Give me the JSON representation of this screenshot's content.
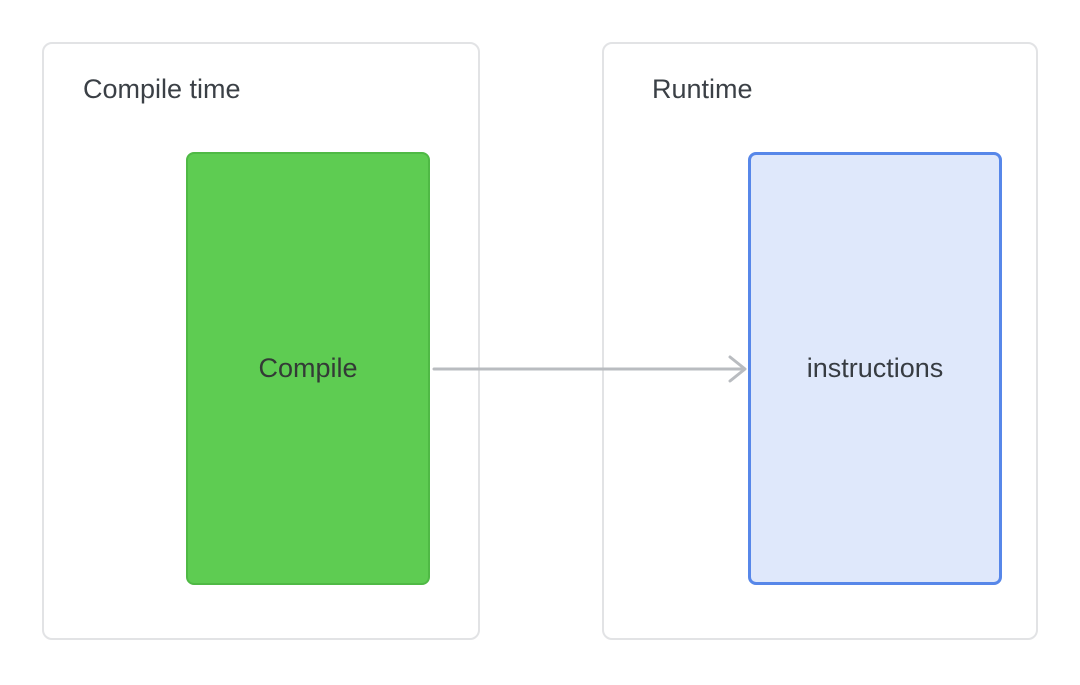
{
  "page": {
    "background": "#ffffff"
  },
  "diagram": {
    "containers": [
      {
        "label": "Compile time",
        "border_color": "#e2e3e5",
        "fill": "#ffffff",
        "label_color": "#3b4046"
      },
      {
        "label": "Runtime",
        "border_color": "#e2e3e5",
        "fill": "#ffffff",
        "label_color": "#3b4046"
      }
    ],
    "nodes": [
      {
        "label": "Compile",
        "container": "Compile time",
        "fill": "#5ecc52",
        "border_color": "#4fb945",
        "text_color": "#333a36"
      },
      {
        "label": "instructions",
        "container": "Runtime",
        "fill": "#dfe8fb",
        "border_color": "#5787e9",
        "text_color": "#373c42"
      }
    ],
    "edges": [
      {
        "from": "Compile",
        "to": "instructions",
        "direction": "right",
        "color": "#b9bcc0",
        "head": "open-chevron"
      }
    ]
  }
}
